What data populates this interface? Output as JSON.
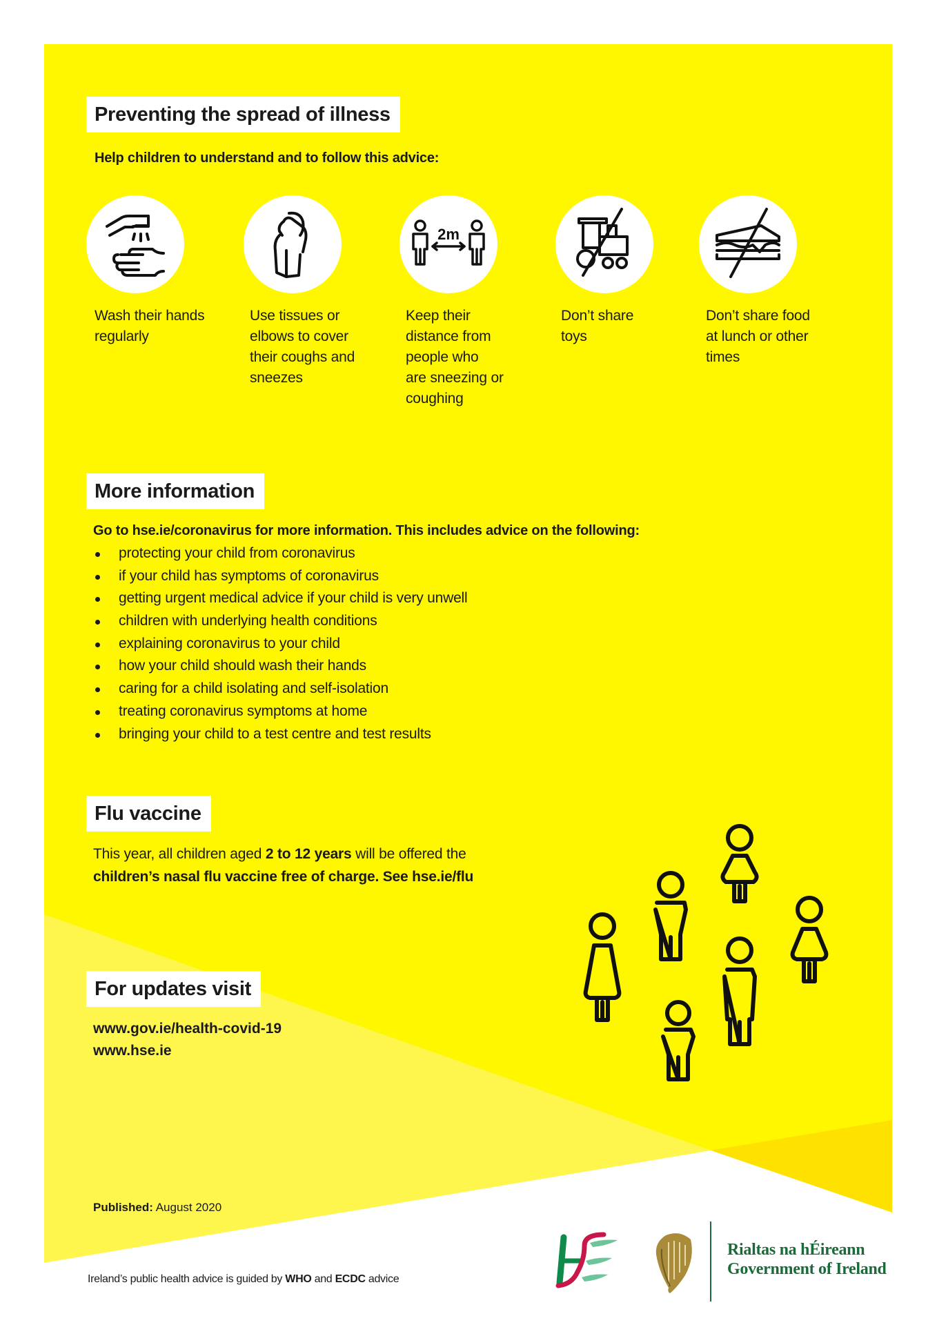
{
  "colors": {
    "yellow": "#FFF700",
    "light_yellow": "#FFF64D",
    "dark_yellow": "#FFE100",
    "white": "#FFFFFF",
    "text": "#1A1A1A",
    "gov_green": "#1B6B3A",
    "hse_green": "#0E8A4A",
    "hse_red": "#C8184A",
    "hse_teal": "#6CC49A",
    "harp_gold": "#A98B3A"
  },
  "sections": {
    "preventing": {
      "title": "Preventing the spread of illness",
      "subtitle": "Help children to understand and to follow this advice:",
      "items": [
        {
          "icon": "hand-washing-icon",
          "lines": [
            "Wash their hands",
            "regularly"
          ]
        },
        {
          "icon": "cough-into-elbow-icon",
          "lines": [
            "Use tissues or",
            "elbows to cover",
            "their coughs and",
            "sneezes"
          ]
        },
        {
          "icon": "social-distance-2m-icon",
          "icon_label": "2m",
          "lines": [
            "Keep their",
            "distance from",
            "people who",
            "are sneezing or",
            "coughing"
          ]
        },
        {
          "icon": "no-toys-icon",
          "lines": [
            "Don’t share",
            "toys"
          ]
        },
        {
          "icon": "no-food-sharing-icon",
          "lines": [
            "Don’t share food",
            "at lunch or other",
            "times"
          ]
        }
      ]
    },
    "more_info": {
      "title": "More information",
      "intro": "Go to hse.ie/coronavirus for more information. This includes advice on the following:",
      "bullets": [
        "protecting your child from coronavirus",
        "if your child has symptoms of coronavirus",
        "getting urgent medical advice if your child is very unwell",
        "children with underlying health conditions",
        "explaining coronavirus to your child",
        "how your child should wash their hands",
        "caring for a child isolating and self-isolation",
        "treating coronavirus symptoms at home",
        "bringing your child to a test centre and test results"
      ]
    },
    "flu": {
      "title": "Flu vaccine",
      "line1_pre": "This year, all children aged ",
      "line1_bold": "2 to 12 years",
      "line1_post": " will be offered the",
      "line2": "children’s nasal flu vaccine free of charge. See hse.ie/flu"
    },
    "updates": {
      "title": "For updates visit",
      "links": [
        "www.gov.ie/health-covid-19",
        "www.hse.ie"
      ]
    }
  },
  "footer": {
    "published_label": "Published:",
    "published_value": " August 2020",
    "guidance_pre": "Ireland’s public health advice is guided by ",
    "guidance_who": "WHO",
    "guidance_mid": " and ",
    "guidance_ecdc": "ECDC",
    "guidance_post": " advice",
    "hse_logo": "hse-logo",
    "gov_line1": "Rialtas na hÉireann",
    "gov_line2": "Government of Ireland"
  }
}
